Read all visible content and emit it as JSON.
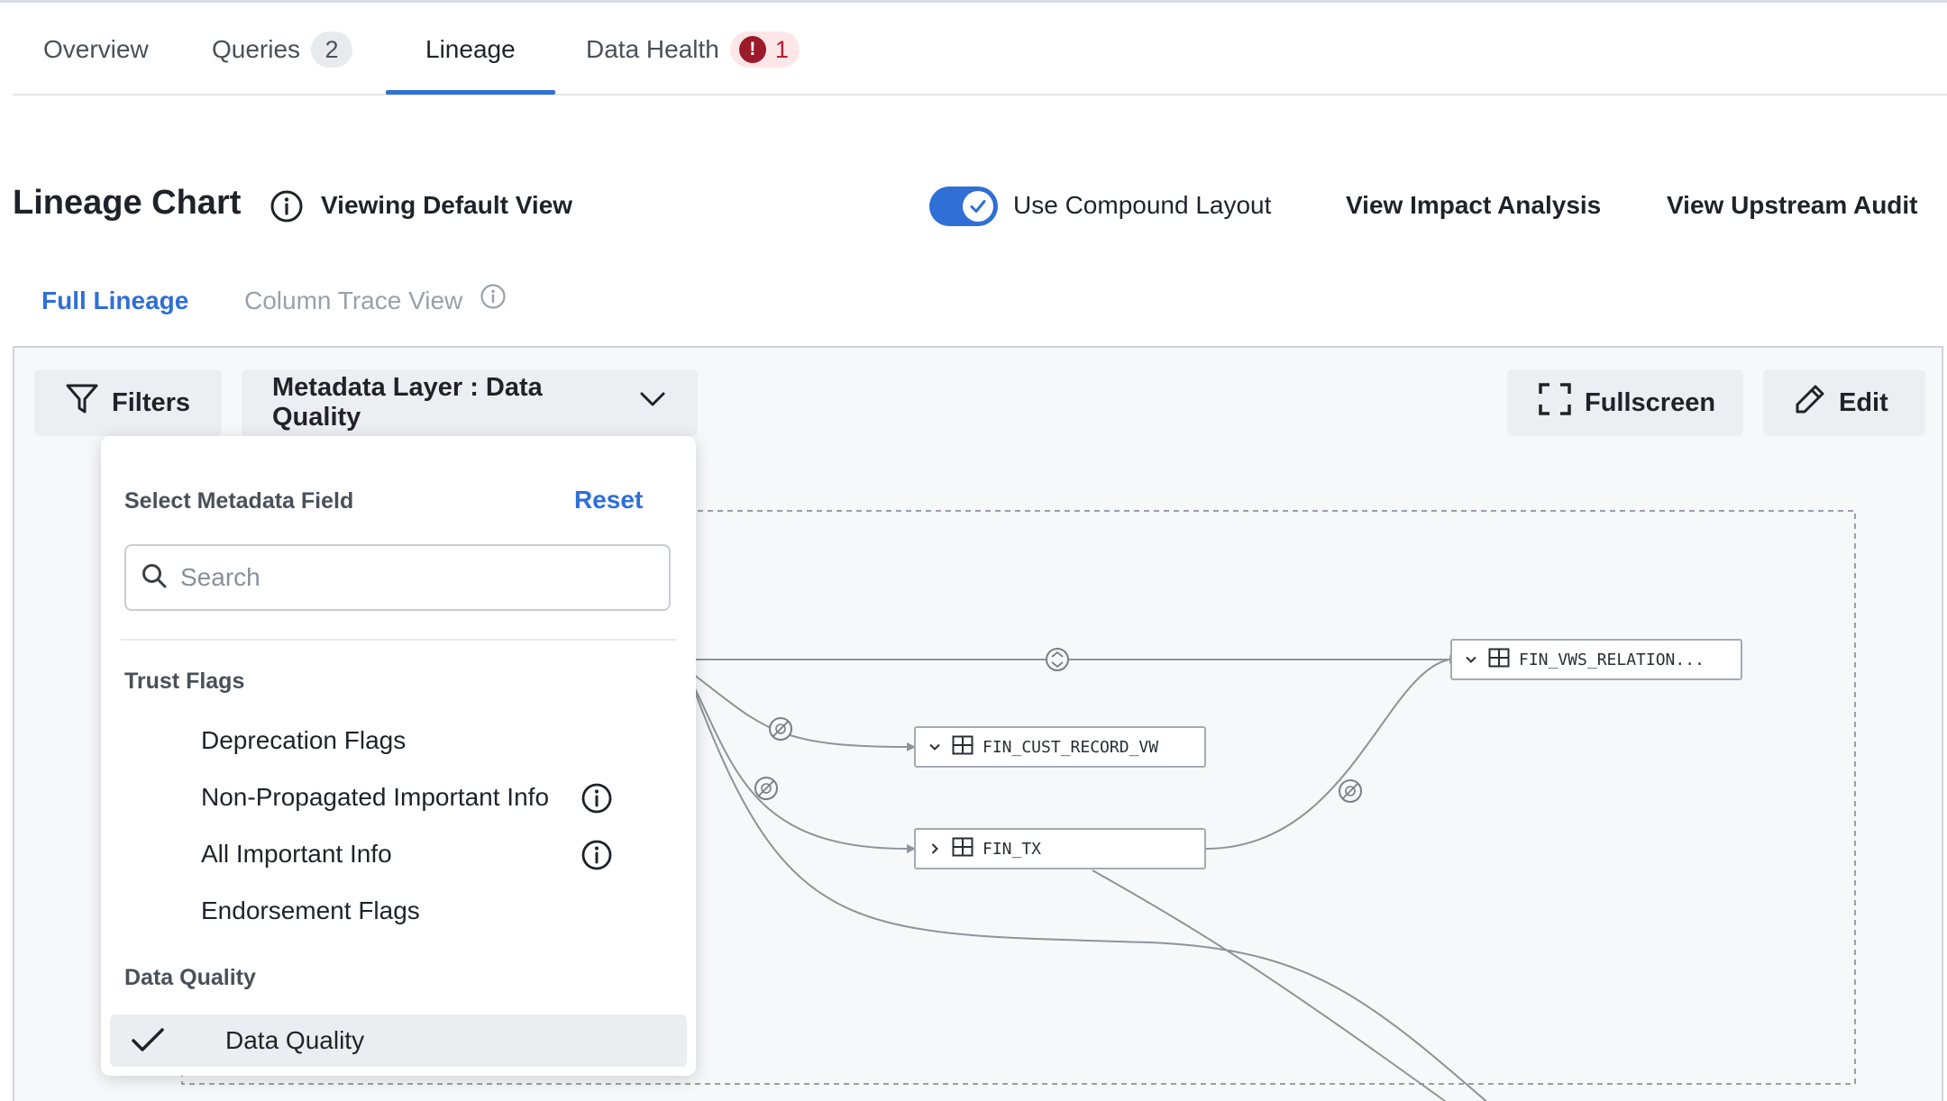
{
  "tabs": [
    {
      "label": "Overview"
    },
    {
      "label": "Queries",
      "count": "2"
    },
    {
      "label": "Lineage"
    },
    {
      "label": "Data Health",
      "count": "1"
    }
  ],
  "header": {
    "title": "Lineage Chart",
    "view_label": "Viewing Default View",
    "toggle_label": "Use Compound Layout",
    "toggle_on": true,
    "impact_link": "View Impact Analysis",
    "upstream_link": "View Upstream Audit"
  },
  "subtabs": {
    "full": "Full Lineage",
    "column": "Column Trace View"
  },
  "toolbar": {
    "filters": "Filters",
    "metadata_layer": "Metadata Layer : Data Quality",
    "fullscreen": "Fullscreen",
    "edit": "Edit"
  },
  "dropdown": {
    "title": "Select Metadata Field",
    "reset": "Reset",
    "search_placeholder": "Search",
    "groups": [
      {
        "label": "Trust Flags",
        "items": [
          {
            "label": "Deprecation Flags",
            "info": false
          },
          {
            "label": "Non-Propagated Important Info",
            "info": true
          },
          {
            "label": "All Important Info",
            "info": true
          },
          {
            "label": "Endorsement Flags",
            "info": false
          }
        ]
      },
      {
        "label": "Data Quality",
        "items": [
          {
            "label": "Data Quality",
            "selected": true
          }
        ]
      }
    ]
  },
  "graph": {
    "nodes": [
      {
        "name": "FIN_VWS_RELATION...",
        "expanded": true
      },
      {
        "name": "FIN_CUST_RECORD_VW",
        "expanded": true
      },
      {
        "name": "FIN_TX",
        "expanded": false
      }
    ]
  },
  "colors": {
    "accent": "#2f6fd6",
    "danger": "#9b1b2a"
  }
}
